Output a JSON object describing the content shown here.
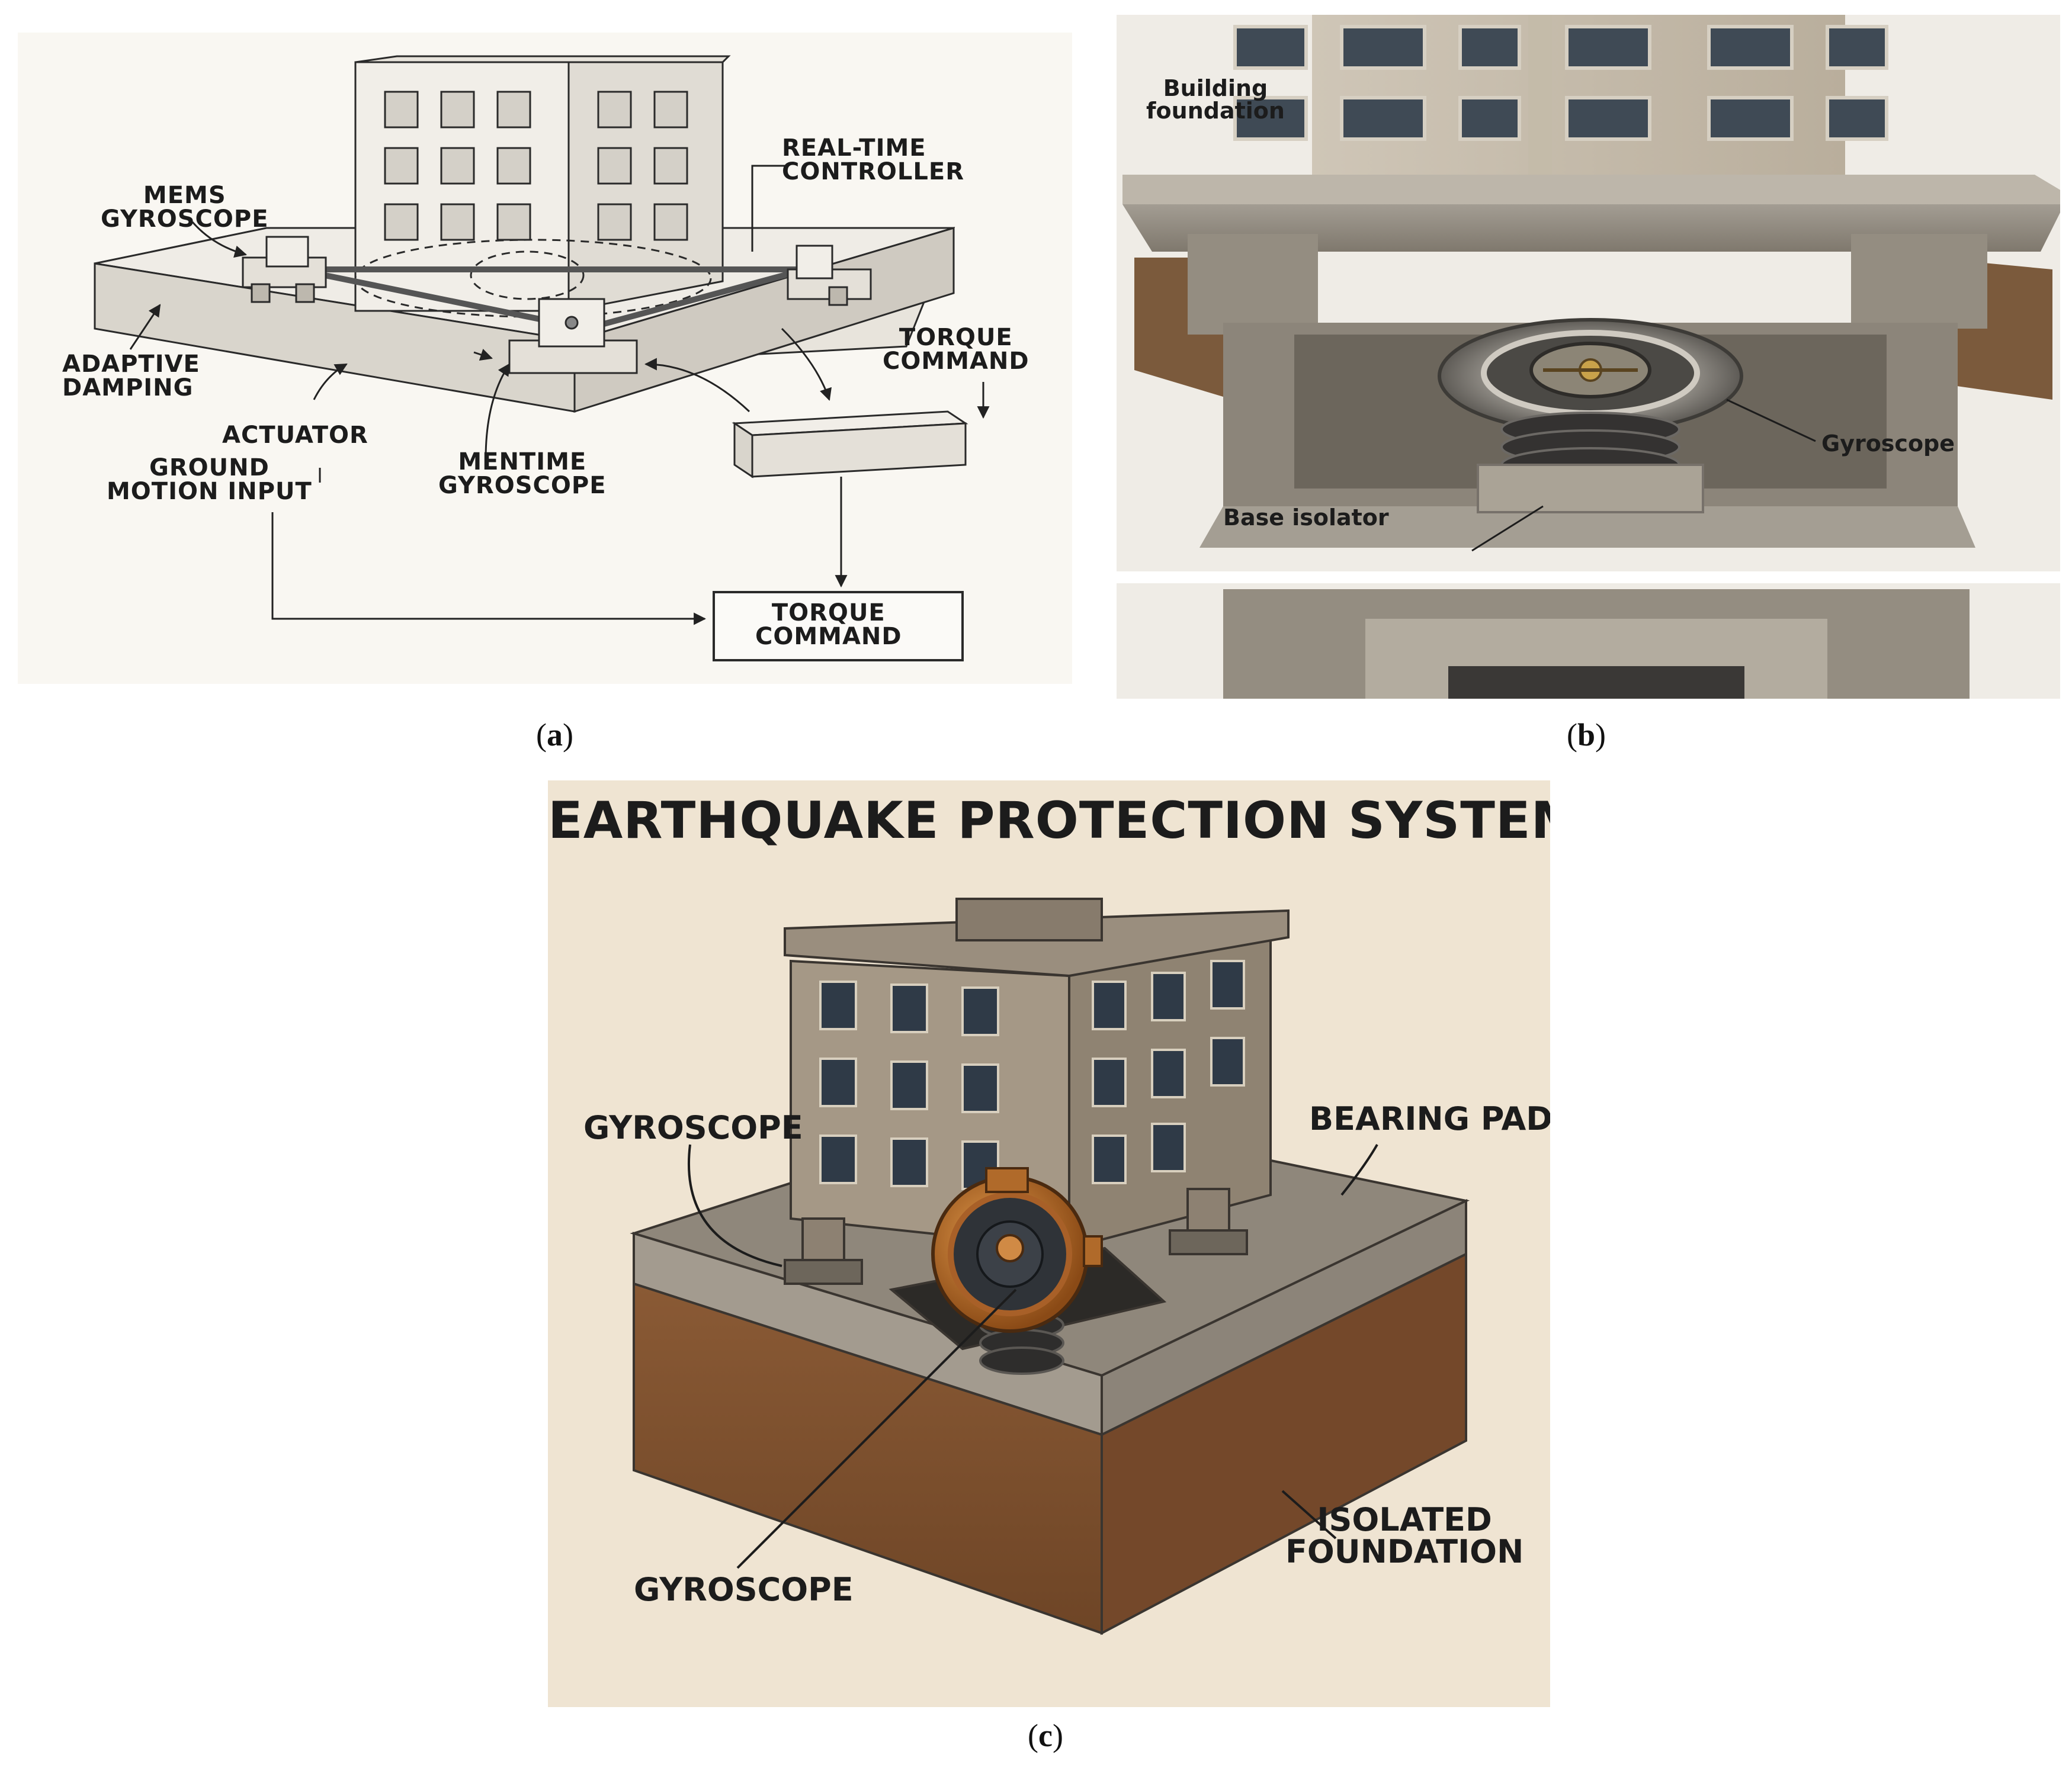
{
  "panel_a": {
    "labels": {
      "mems_gyroscope": "MEMS\nGYROSCOPE",
      "real_time_controller": "REAL-TIME\nCONTROLLER",
      "adaptive_damping": "ADAPTIVE\nDAMPING",
      "torque_command_upper": "TORQUE\nCOMMAND",
      "actuator": "ACTUATOR",
      "ground_motion_input": "GROUND\nMOTION INPUT",
      "mentime_gyroscope": "MENTIME\nGYROSCOPE",
      "torque_command_box": "TORQUE\nCOMMAND"
    }
  },
  "panel_b": {
    "labels": {
      "building_foundation": "Building\nfoundation",
      "gyroscope": "Gyroscope",
      "base_isolator": "Base isolator"
    }
  },
  "panel_c": {
    "title": "EARTHQUAKE PROTECTION SYSTEM",
    "labels": {
      "gyroscope_left": "GYROSCOPE",
      "bearing_pads": "BEARING PADS",
      "gyroscope_bottom": "GYROSCOPE",
      "isolated_foundation": "ISOLATED\nFOUNDATION"
    }
  },
  "captions": {
    "a": "a",
    "b": "b",
    "c": "c"
  },
  "colors": {
    "sketch_background": "#f9f7f2",
    "concrete": "#8f877b",
    "soil": "#8a5a35",
    "brass": "#b5651d",
    "panel_c_background": "#efe4d2"
  }
}
